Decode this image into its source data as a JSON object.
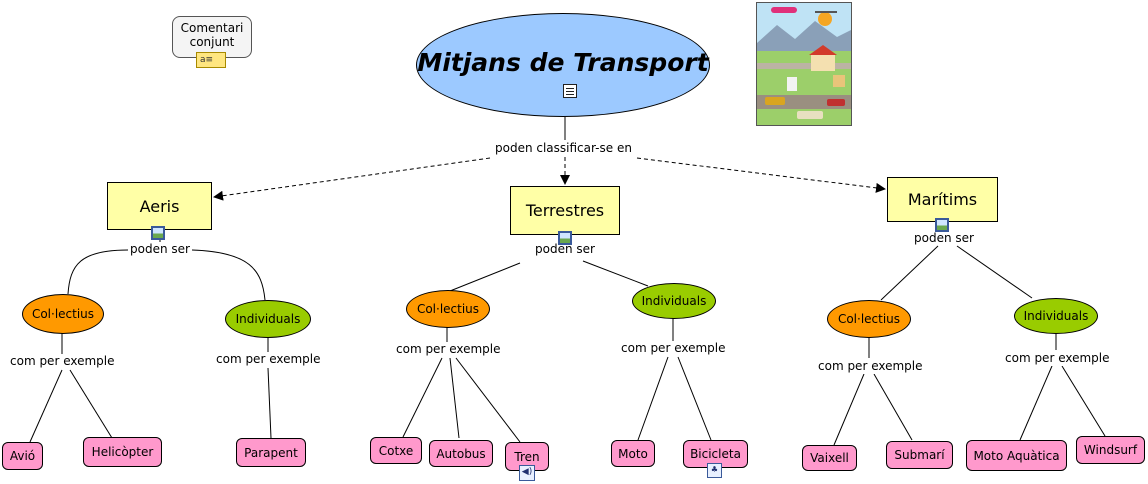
{
  "main_concept": {
    "title": "Mitjans de Transport"
  },
  "comment_node": {
    "text_line1": "Comentari",
    "text_line2": "conjunt",
    "icon": "annotation-icon"
  },
  "top_link_label": "poden classificar-se en",
  "categories": [
    {
      "label": "Aeris",
      "link_label": "poden ser",
      "icon": "image-icon",
      "groups": [
        {
          "label": "Col·lectius",
          "color": "#ff9900",
          "link_label": "com per exemple",
          "examples": [
            "Avió",
            "Helicòpter"
          ]
        },
        {
          "label": "Individuals",
          "color": "#99cc00",
          "link_label": "com per exemple",
          "examples": [
            "Parapent"
          ]
        }
      ]
    },
    {
      "label": "Terrestres",
      "link_label": "poden ser",
      "icon": "image-icon",
      "groups": [
        {
          "label": "Col·lectius",
          "color": "#ff9900",
          "link_label": "com per exemple",
          "examples": [
            "Cotxe",
            "Autobus",
            "Tren"
          ]
        },
        {
          "label": "Individuals",
          "color": "#99cc00",
          "link_label": "com per exemple",
          "examples": [
            "Moto",
            "Bicicleta"
          ]
        }
      ]
    },
    {
      "label": "Marítims",
      "link_label": "poden ser",
      "icon": "image-icon",
      "groups": [
        {
          "label": "Col·lectius",
          "color": "#ff9900",
          "link_label": "com per exemple",
          "examples": [
            "Vaixell",
            "Submarí"
          ]
        },
        {
          "label": "Individuals",
          "color": "#99cc00",
          "link_label": "com per exemple",
          "examples": [
            "Moto Aquàtica",
            "Windsurf"
          ]
        }
      ]
    }
  ],
  "resource_icons": {
    "main": "document-icon",
    "tren": "sound-icon",
    "bicicleta": "concept-map-icon"
  },
  "colors": {
    "main_fill": "#9cc9ff",
    "category_fill": "#ffffa6",
    "collective_fill": "#ff9900",
    "individual_fill": "#99cc00",
    "example_fill": "#ff99cc"
  }
}
